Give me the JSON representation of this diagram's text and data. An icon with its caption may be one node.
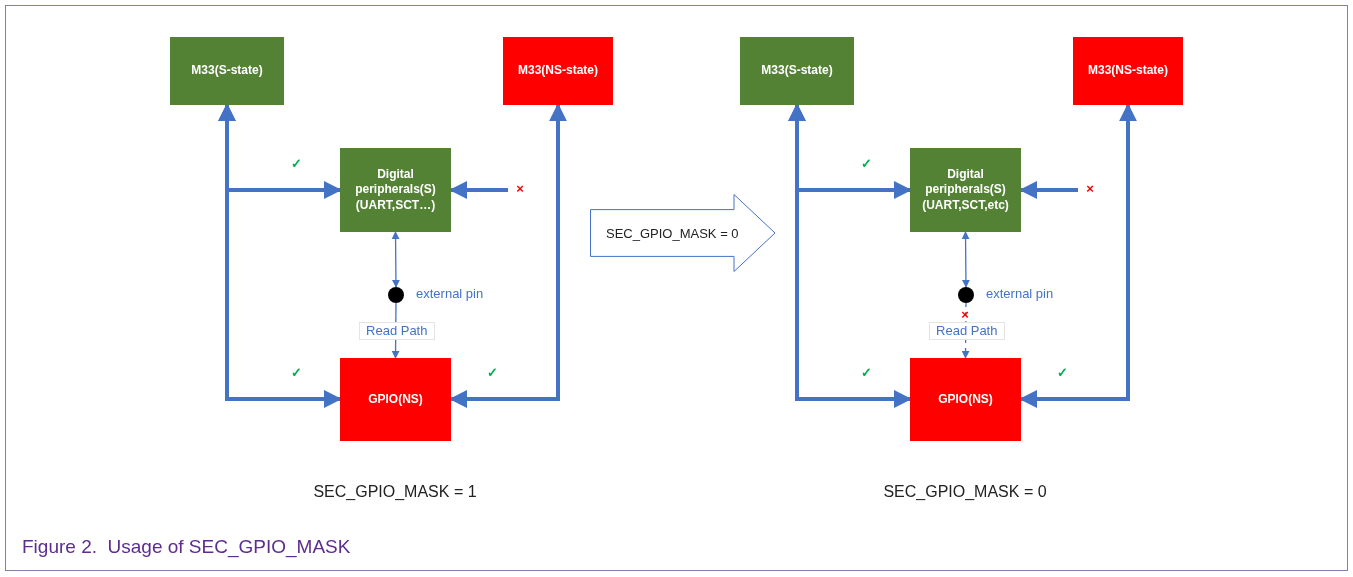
{
  "diagram": {
    "caption": "Figure 2.  Usage of SEC_GPIO_MASK",
    "nodes": [
      {
        "text": [
          "M33(S-state)"
        ]
      },
      {
        "text": [
          "M33(NS-state)"
        ]
      },
      {
        "text": [
          "Digital peripherals(S) (UART,SCT…)"
        ]
      },
      {
        "text": [],
        "shape": "circle",
        "beside": [
          "external pin"
        ]
      },
      {
        "text": [
          "GPIO(NS)"
        ]
      },
      {
        "text": [
          "SEC_GPIO_MASK = 0"
        ]
      },
      {
        "text": [
          "M33(S-state)"
        ]
      },
      {
        "text": [
          "M33(NS-state)"
        ]
      },
      {
        "text": [
          "Digital peripherals(S) (UART,SCT,etc)"
        ]
      },
      {
        "text": [],
        "shape": "circle",
        "beside": [
          "external pin"
        ]
      },
      {
        "text": [
          "GPIO(NS)"
        ]
      },
      {
        "text": [
          "×"
        ]
      },
      {
        "text": [
          "×"
        ]
      }
    ],
    "edges": [
      {
        "from": 0,
        "to": 2,
        "arrow": "both"
      },
      {
        "from": 0,
        "to": 4,
        "arrow": "both"
      },
      {
        "from": 1,
        "to": 4,
        "arrow": "both"
      },
      {
        "from": 11,
        "to": 2,
        "arrow": "to"
      },
      {
        "from": 2,
        "to": 3,
        "arrow": "both"
      },
      {
        "from": 3,
        "to": 4,
        "arrow": "to",
        "label": "Read Path"
      },
      {
        "from": 6,
        "to": 8,
        "arrow": "both"
      },
      {
        "from": 6,
        "to": 10,
        "arrow": "both"
      },
      {
        "from": 7,
        "to": 10,
        "arrow": "both"
      },
      {
        "from": 12,
        "to": 8,
        "arrow": "to"
      },
      {
        "from": 8,
        "to": 9,
        "arrow": "both"
      },
      {
        "from": 9,
        "to": 10,
        "arrow": "to",
        "label": "Read Path",
        "style": "dashed"
      }
    ],
    "labels": [
      "✓",
      "✓",
      "×",
      "✓",
      "✓",
      "✓",
      "✓",
      "SEC_GPIO_MASK = 1",
      "SEC_GPIO_MASK = 0"
    ]
  }
}
